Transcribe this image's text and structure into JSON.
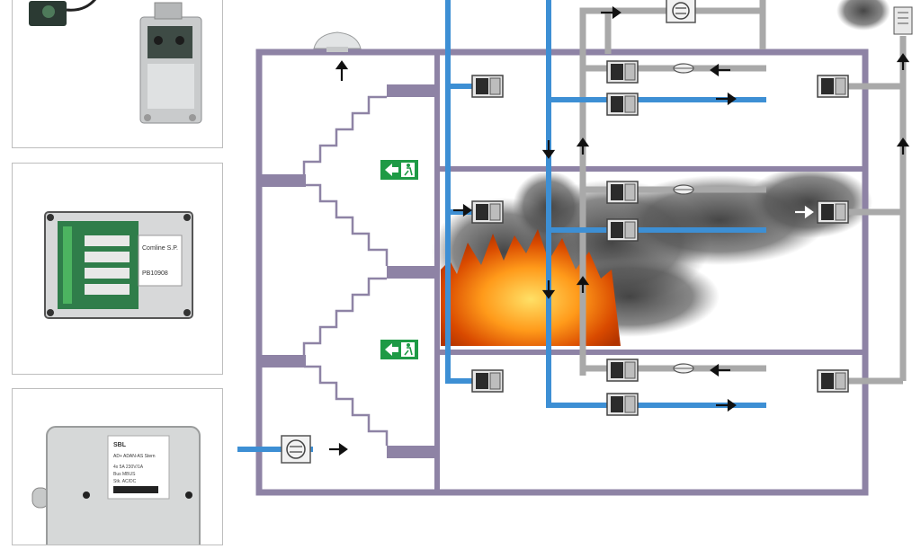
{
  "panels": [
    {
      "id": "panel-1",
      "device": "smoke-damper-control-unit-with-actuator"
    },
    {
      "id": "panel-2",
      "device": "open-module-circuit-board"
    },
    {
      "id": "panel-3",
      "device": "enclosure-control-box"
    }
  ],
  "enclosure_label": {
    "brand": "SBL",
    "title": "AD+ ADAN-AS Stern",
    "rows": [
      "4x 5A  230V/1A",
      "Bus   MBUS",
      "Stk.  AC/DC"
    ]
  },
  "board_label": {
    "title": "Comline S.P.",
    "code": "PB10908"
  },
  "icons": [
    "exit-sign-icon",
    "fan-icon",
    "smoke-damper-icon",
    "smoke-detector-icon",
    "roof-fan-icon",
    "exhaust-unit-icon",
    "fire-icon",
    "smoke-cloud-icon",
    "arrow-icon"
  ],
  "colors": {
    "building": "#8e83a5",
    "supply_duct": "#3d8fd4",
    "exhaust_duct": "#a9a9a9",
    "exit_sign": "#1e9a45",
    "smoke": "#5a5a5a",
    "fire": "#f07a10"
  }
}
